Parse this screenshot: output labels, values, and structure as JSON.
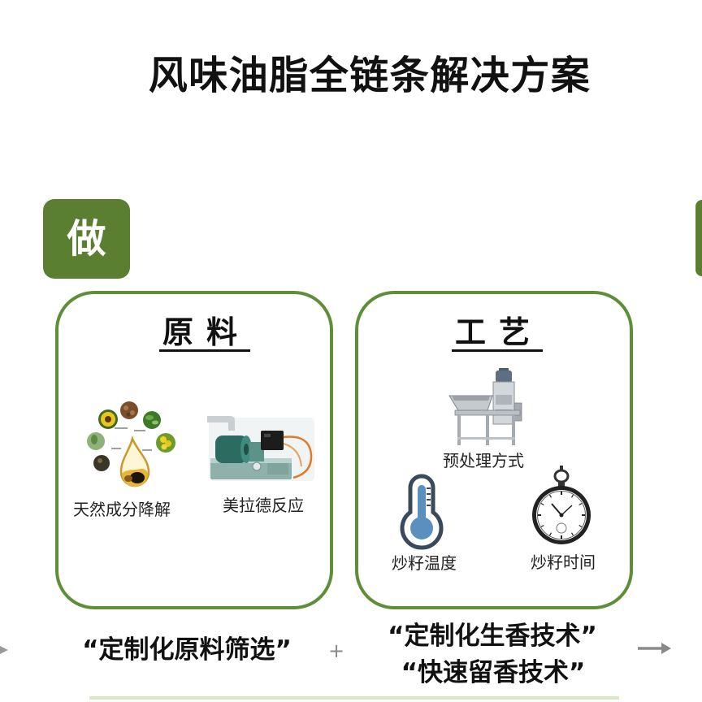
{
  "title": "风味油脂全链条解决方案",
  "badge": {
    "label": "做",
    "color": "#5b7f31"
  },
  "next_badge_color": "#5b7f31",
  "panels": [
    {
      "heading": "原料",
      "border_color": "#5e8e38",
      "items": [
        {
          "label": "天然成分降解",
          "image": "natural-ingredients-ring-image"
        },
        {
          "label": "美拉德反应",
          "image": "maillard-reaction-machine-image"
        }
      ]
    },
    {
      "heading": "工艺",
      "border_color": "#5e8e38",
      "items": [
        {
          "label": "预处理方式",
          "image": "pretreatment-machine-image"
        },
        {
          "label": "炒籽温度",
          "image": "thermometer-icon"
        },
        {
          "label": "炒籽时间",
          "image": "stopwatch-icon"
        }
      ]
    }
  ],
  "captions": {
    "raw_material": "“定制化原料筛选”",
    "plus": "+",
    "process": [
      "“定制化生香技术”",
      "“快速留香技术”"
    ]
  },
  "decor": {
    "left_edge_arrow": "triangle-right-icon",
    "right_arrow": "arrow-right-icon",
    "bottom_rule_color": "#d8e8c6"
  }
}
